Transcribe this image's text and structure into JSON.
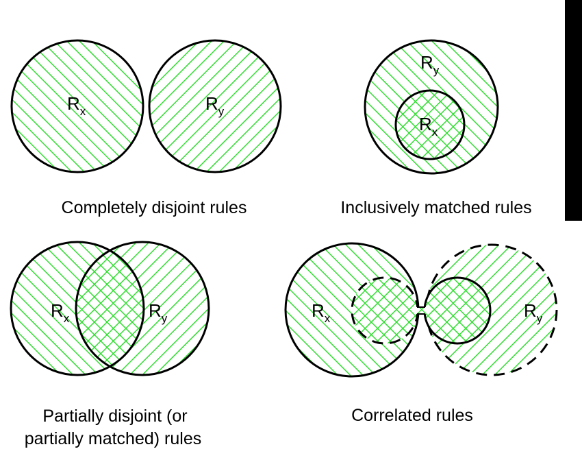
{
  "colors": {
    "hatch": "#33dd33",
    "outline": "#000000",
    "side_bar": "#000000"
  },
  "panels": [
    {
      "caption": "Completely disjoint rules",
      "rx": {
        "main": "R",
        "sub": "x"
      },
      "ry": {
        "main": "R",
        "sub": "y"
      }
    },
    {
      "caption": "Inclusively matched rules",
      "rx": {
        "main": "R",
        "sub": "x"
      },
      "ry": {
        "main": "R",
        "sub": "y"
      }
    },
    {
      "caption_line1": "Partially disjoint (or",
      "caption_line2": "partially matched) rules",
      "rx": {
        "main": "R",
        "sub": "x"
      },
      "ry": {
        "main": "R",
        "sub": "y"
      }
    },
    {
      "caption": "Correlated rules",
      "rx": {
        "main": "R",
        "sub": "x"
      },
      "ry": {
        "main": "R",
        "sub": "y"
      }
    }
  ]
}
